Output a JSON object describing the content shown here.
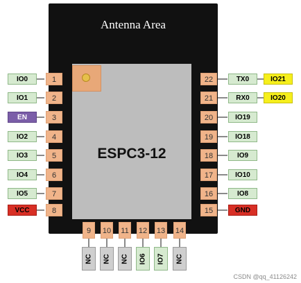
{
  "module": {
    "antenna_label": "Antenna Area",
    "chip_name": "ESPC3-12"
  },
  "left_pins": [
    {
      "num": "1",
      "label": "IO0",
      "color": "green"
    },
    {
      "num": "2",
      "label": "IO1",
      "color": "green"
    },
    {
      "num": "3",
      "label": "EN",
      "color": "purple"
    },
    {
      "num": "4",
      "label": "IO2",
      "color": "green"
    },
    {
      "num": "5",
      "label": "IO3",
      "color": "green"
    },
    {
      "num": "6",
      "label": "IO4",
      "color": "green"
    },
    {
      "num": "7",
      "label": "IO5",
      "color": "green"
    },
    {
      "num": "8",
      "label": "VCC",
      "color": "red"
    }
  ],
  "bottom_pins": [
    {
      "num": "9",
      "label": "NC",
      "color": "grey"
    },
    {
      "num": "10",
      "label": "NC",
      "color": "grey"
    },
    {
      "num": "11",
      "label": "NC",
      "color": "grey"
    },
    {
      "num": "12",
      "label": "IO6",
      "color": "green"
    },
    {
      "num": "13",
      "label": "IO7",
      "color": "green"
    },
    {
      "num": "14",
      "label": "NC",
      "color": "grey"
    }
  ],
  "right_pins": [
    {
      "num": "22",
      "label": "TX0",
      "color": "green",
      "alt": "IO21"
    },
    {
      "num": "21",
      "label": "RX0",
      "color": "green",
      "alt": "IO20"
    },
    {
      "num": "20",
      "label": "IO19",
      "color": "green"
    },
    {
      "num": "19",
      "label": "IO18",
      "color": "green"
    },
    {
      "num": "18",
      "label": "IO9",
      "color": "green"
    },
    {
      "num": "17",
      "label": "IO10",
      "color": "green"
    },
    {
      "num": "16",
      "label": "IO8",
      "color": "green"
    },
    {
      "num": "15",
      "label": "GND",
      "color": "red"
    }
  ],
  "watermark": "CSDN @qq_41126242"
}
